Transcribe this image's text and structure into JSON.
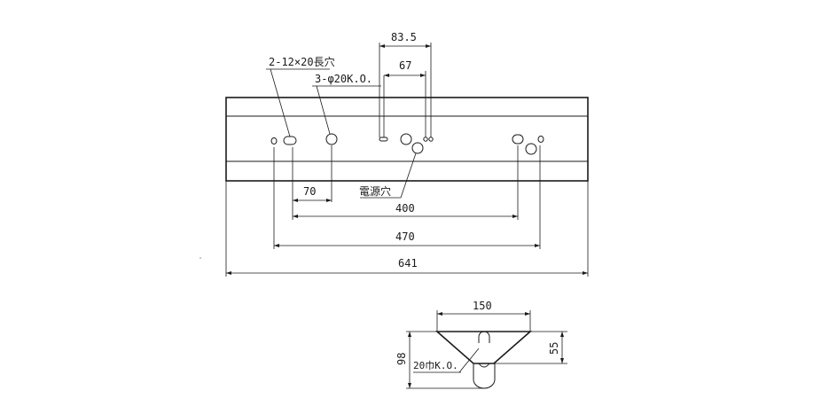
{
  "drawing": {
    "top_view": {
      "labels": {
        "slot_holes": "2-12×20長穴",
        "knockouts": "3-φ20K.O.",
        "power_hole": "電源穴"
      },
      "dimensions": {
        "d_83_5": "83.5",
        "d_67": "67",
        "d_70": "70",
        "d_400": "400",
        "d_470": "470",
        "d_641": "641"
      }
    },
    "end_view": {
      "labels": {
        "knockout": "20巾K.O."
      },
      "dimensions": {
        "d_150": "150",
        "d_98": "98",
        "d_55": "55"
      }
    }
  }
}
